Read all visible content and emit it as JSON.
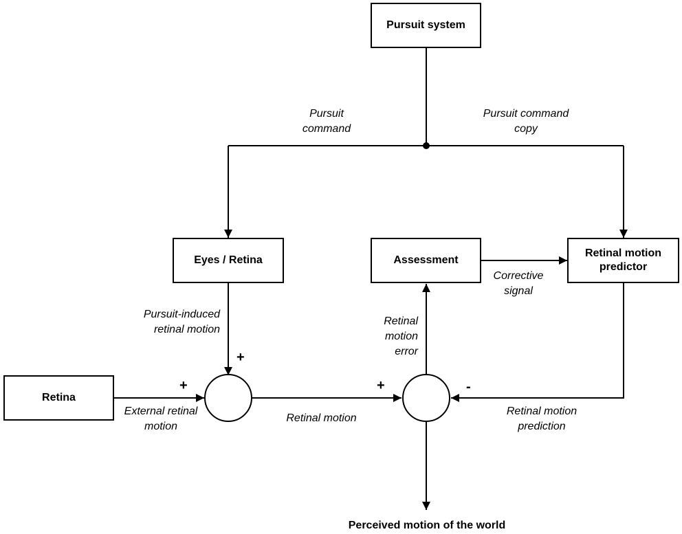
{
  "boxes": {
    "pursuit_system": "Pursuit system",
    "eyes_retina": "Eyes / Retina",
    "assessment": "Assessment",
    "retinal_motion_predictor": "Retinal motion predictor",
    "retina": "Retina"
  },
  "labels": {
    "pursuit_command": "Pursuit command",
    "pursuit_command_copy": "Pursuit command copy",
    "corrective_signal": "Corrective signal",
    "pursuit_induced_retinal_motion": "Pursuit-induced retinal motion",
    "retinal_motion_error": "Retinal motion error",
    "external_retinal_motion": "External retinal motion",
    "retinal_motion": "Retinal motion",
    "retinal_motion_prediction": "Retinal motion prediction"
  },
  "signs": {
    "sum1_top": "+",
    "sum1_left": "+",
    "sum2_left": "+",
    "sum2_right": "-"
  },
  "output": {
    "perceived_motion": "Perceived motion of the world"
  },
  "colors": {
    "stroke": "#000000",
    "background": "#ffffff"
  }
}
